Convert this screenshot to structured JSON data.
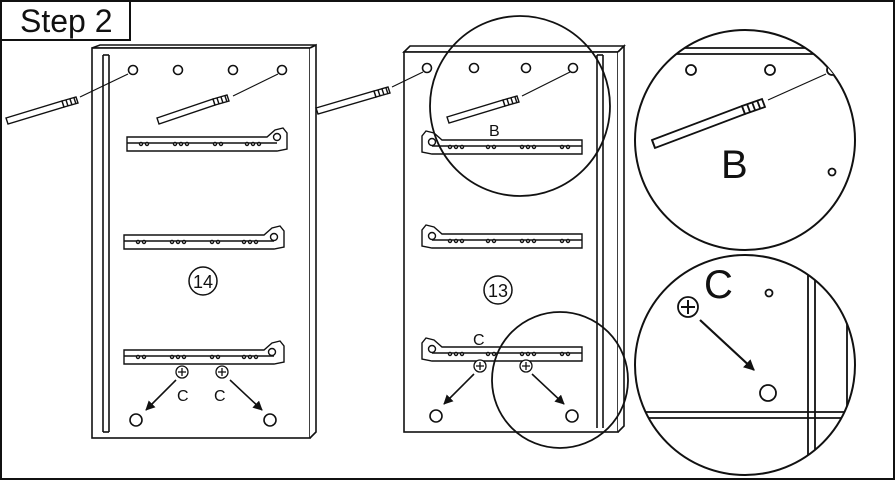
{
  "step_title": "Step 2",
  "callouts": {
    "b_small": "B",
    "b_large": "B",
    "c_left_1": "C",
    "c_left_2": "C",
    "c_right_small": "C",
    "c_large": "C"
  },
  "panel_numbers": {
    "left": "14",
    "right": "13"
  },
  "colors": {
    "stroke": "#111111",
    "background": "#ffffff"
  }
}
